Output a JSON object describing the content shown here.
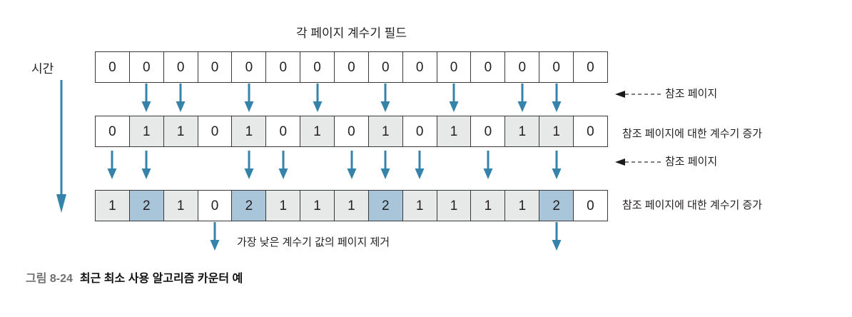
{
  "figure": {
    "title": "각 페이지 계수기 필드",
    "time_axis_label": "시간",
    "caption_number": "그림 8-24",
    "caption_text": "최근 최소 사용 알고리즘 카운터 예",
    "colors": {
      "arrow_blue": "#3583ab",
      "highlight_blue": "#a9c5d9",
      "shade_gray": "#e7e8e8",
      "cell_border": "#3a3a3a",
      "text": "#231f20"
    }
  },
  "notes": {
    "reference_page_1": "참조 페이지",
    "counter_increase_1": "참조 페이지에 대한 계수기 증가",
    "reference_page_2": "참조 페이지",
    "counter_increase_2": "참조 페이지에 대한 계수기 증가",
    "evict_lowest": "가장 낮은 계수기 값의 페이지 제거"
  },
  "chart_data": {
    "type": "table",
    "title": "각 페이지 계수기 필드",
    "columns": 15,
    "rows": [
      {
        "name": "row-initial",
        "values": [
          "0",
          "0",
          "0",
          "0",
          "0",
          "0",
          "0",
          "0",
          "0",
          "0",
          "0",
          "0",
          "0",
          "0",
          "0"
        ],
        "shades": [
          "none",
          "none",
          "none",
          "none",
          "none",
          "none",
          "none",
          "none",
          "none",
          "none",
          "none",
          "none",
          "none",
          "none",
          "none"
        ]
      },
      {
        "name": "row-after-first-references",
        "values": [
          "0",
          "1",
          "1",
          "0",
          "1",
          "0",
          "1",
          "0",
          "1",
          "0",
          "1",
          "0",
          "1",
          "1",
          "0"
        ],
        "shades": [
          "none",
          "gray",
          "gray",
          "none",
          "gray",
          "none",
          "gray",
          "none",
          "gray",
          "none",
          "gray",
          "none",
          "gray",
          "gray",
          "none"
        ]
      },
      {
        "name": "row-after-second-references",
        "values": [
          "1",
          "2",
          "1",
          "0",
          "2",
          "1",
          "1",
          "1",
          "2",
          "1",
          "1",
          "1",
          "1",
          "2",
          "0"
        ],
        "shades": [
          "gray",
          "blue",
          "gray",
          "none",
          "blue",
          "gray",
          "gray",
          "gray",
          "blue",
          "gray",
          "gray",
          "gray",
          "gray",
          "blue",
          "none"
        ]
      }
    ],
    "arrow_bands": [
      {
        "name": "references-pass-1",
        "cells": [
          1,
          2,
          4,
          6,
          8,
          10,
          12,
          13
        ]
      },
      {
        "name": "references-pass-2",
        "cells": [
          0,
          1,
          4,
          5,
          7,
          8,
          9,
          11,
          13
        ]
      },
      {
        "name": "eviction-pointers",
        "cells": [
          3,
          13
        ]
      }
    ]
  }
}
